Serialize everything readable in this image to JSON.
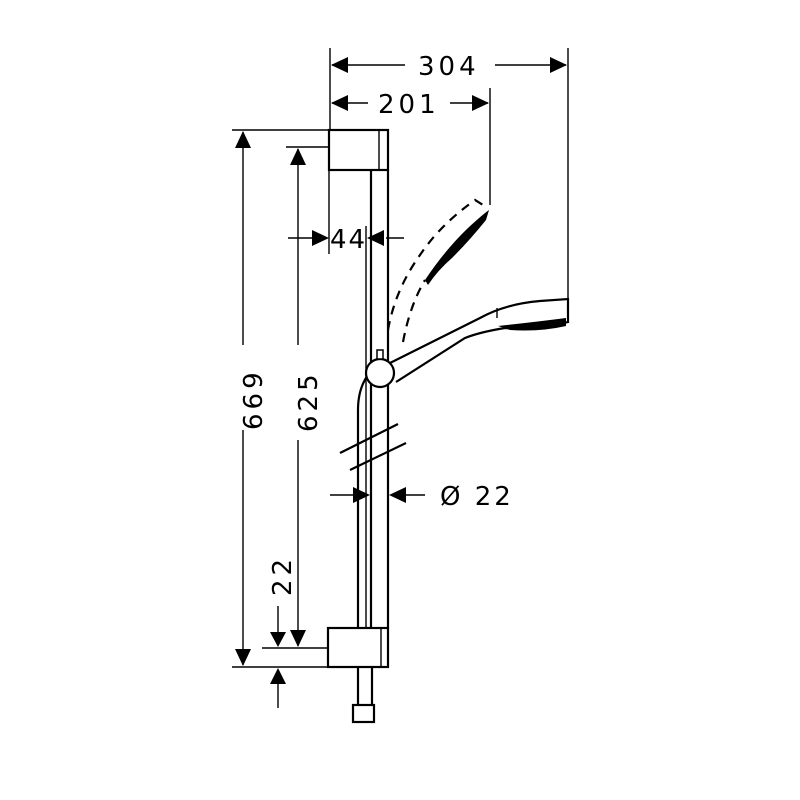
{
  "dimensions": {
    "overall_depth": "304",
    "handshower_depth": "201",
    "wall_offset": "44",
    "total_height": "669",
    "rail_height": "625",
    "bracket_offset": "22",
    "rail_diameter": "Ø 22"
  }
}
